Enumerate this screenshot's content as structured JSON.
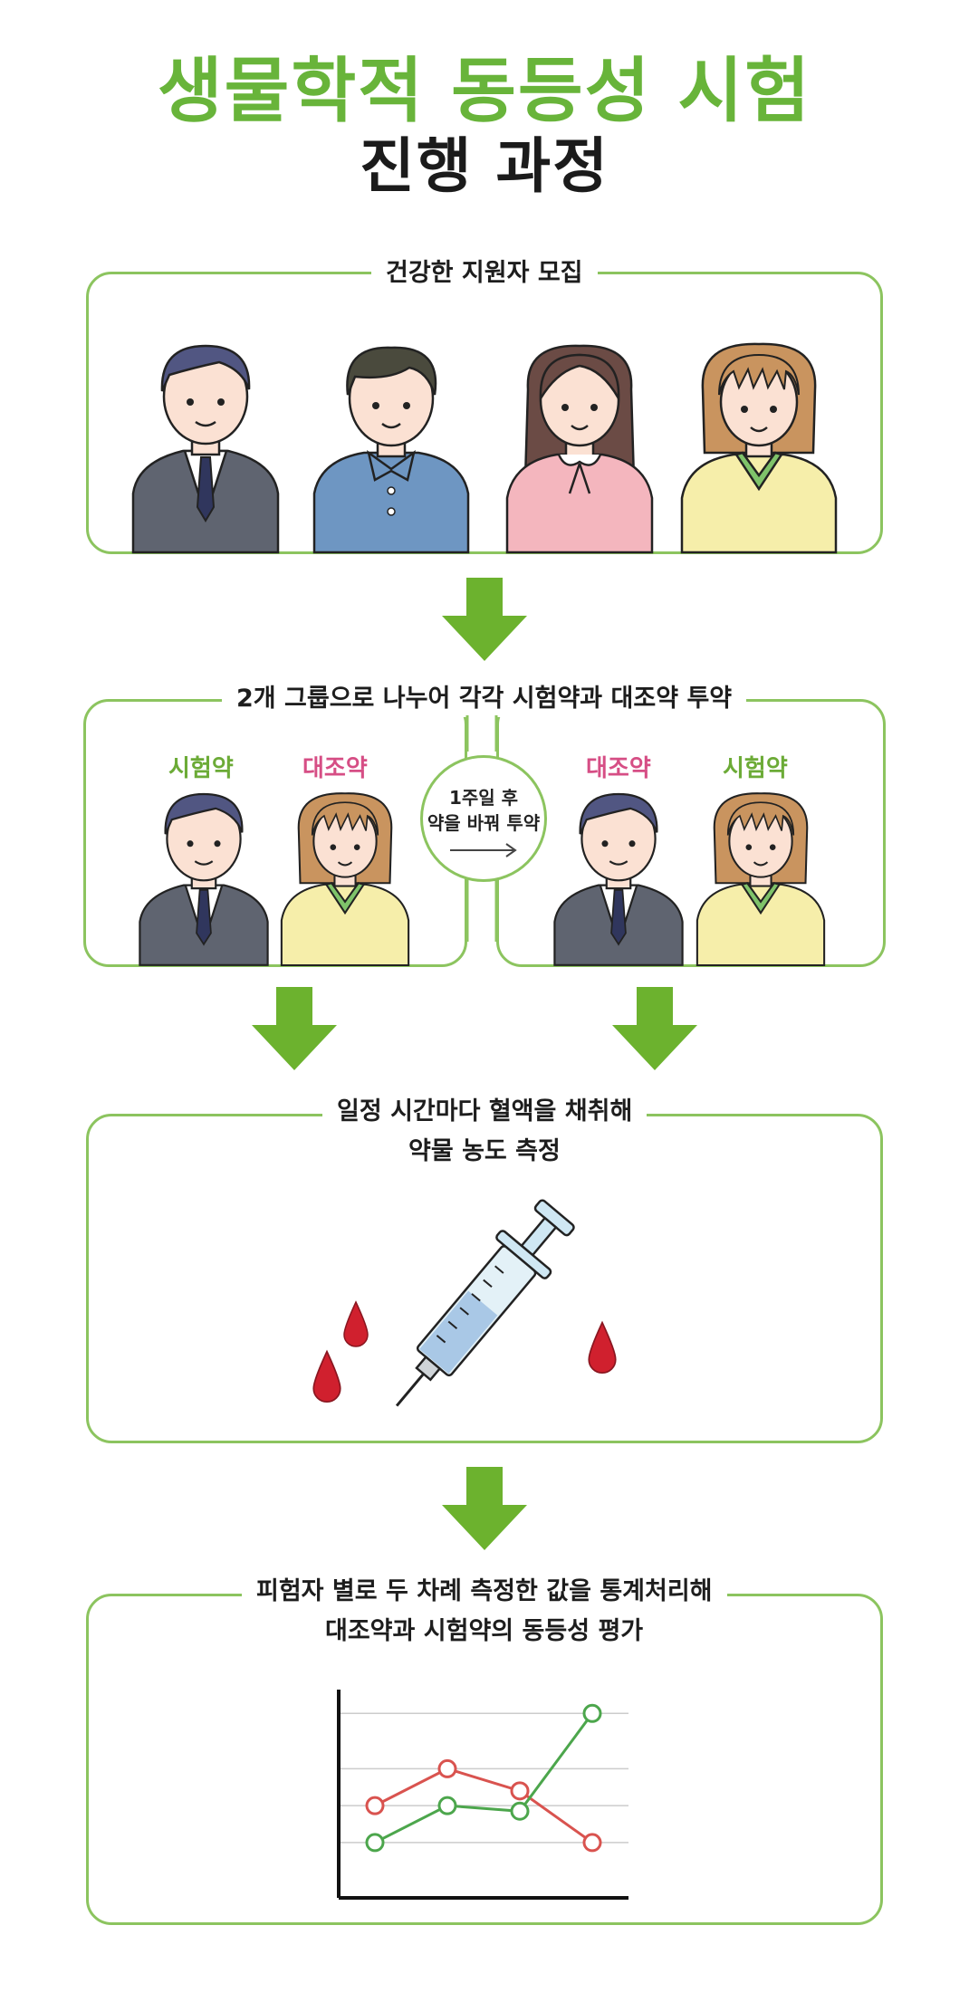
{
  "title": {
    "line1": "생물학적 동등성 시험",
    "line2": "진행 과정"
  },
  "step1": {
    "title": "건강한 지원자 모집"
  },
  "step2": {
    "title": "2개 그룹으로 나누어 각각 시험약과 대조약 투약",
    "left": {
      "label_a": "시험약",
      "label_b": "대조약"
    },
    "right": {
      "label_a": "대조약",
      "label_b": "시험약"
    },
    "swap": {
      "line1": "1주일 후",
      "line2": "약을 바꿔 투약"
    }
  },
  "step3": {
    "title_line1": "일정 시간마다 혈액을 채취해",
    "title_line2": "약물 농도 측정"
  },
  "step4": {
    "title_line1": "피험자 별로 두 차례 측정한 값을 통계처리해",
    "title_line2": "대조약과 시험약의 동등성 평가"
  },
  "chart_data": {
    "type": "line",
    "x": [
      1,
      2,
      3,
      4
    ],
    "series": [
      {
        "color": "#d9534f",
        "values": [
          2.5,
          3.5,
          2.9,
          1.5
        ]
      },
      {
        "color": "#4ca64c",
        "values": [
          1.5,
          2.5,
          2.35,
          5.0
        ]
      }
    ],
    "ylim": [
      0,
      5.4
    ],
    "grid": true,
    "xlabel": "",
    "ylabel": ""
  },
  "colors": {
    "accent": "#68b43a",
    "border": "#8cc45f",
    "arrow": "#6cb22e",
    "pink": "#d64e85"
  }
}
